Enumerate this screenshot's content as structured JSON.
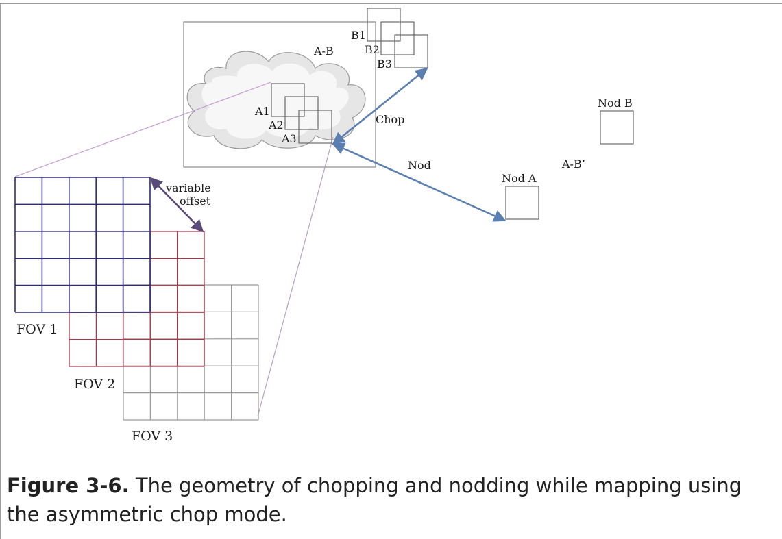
{
  "figure": {
    "labels": {
      "b1": "B1",
      "b2": "B2",
      "b3": "B3",
      "a_minus_b": "A-B",
      "a1": "A1",
      "a2": "A2",
      "a3": "A3",
      "chop": "Chop",
      "nod": "Nod",
      "nod_a": "Nod A",
      "nod_b": "Nod B",
      "a_minus_b_prime": "A-B’",
      "variable": "variable",
      "offset": "offset",
      "fov1": "FOV 1",
      "fov2": "FOV 2",
      "fov3": "FOV 3"
    },
    "colors": {
      "fov1_grid": "#2d2b78",
      "fov2_grid": "#a8394a",
      "fov3_grid": "#9a9a9a",
      "arrow": "#5a7fb0",
      "offset_arrow": "#5a4a7a",
      "zoom_line": "#c8a0d4",
      "cloud_fill": "#e6e6e6",
      "box_stroke": "#7a7a7a"
    }
  },
  "caption": {
    "label": "Figure 3-6.",
    "text": " The geometry of chopping and nodding while mapping using the asymmetric chop mode."
  }
}
